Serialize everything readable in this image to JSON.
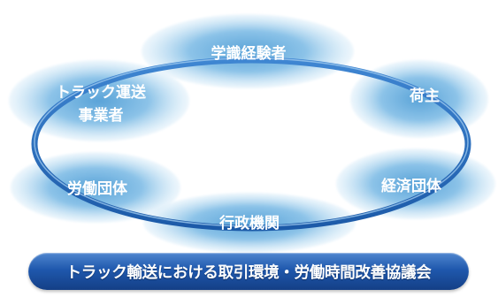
{
  "nodes": {
    "academic_experts": "学識経験者",
    "trucking_line1": "トラック運送",
    "trucking_line2": "事業者",
    "shippers": "荷主",
    "labor_unions": "労働団体",
    "economic_orgs": "経済団体",
    "government": "行政機関"
  },
  "banner": {
    "label": "トラック輸送における取引環境・労働時間改善協議会"
  },
  "colors": {
    "ring": "#2a6fc0",
    "blob_center": "#6fb0de",
    "blob_edge": "#d6ebf8",
    "banner_top": "#4f86cf",
    "banner_bottom": "#143f86"
  }
}
